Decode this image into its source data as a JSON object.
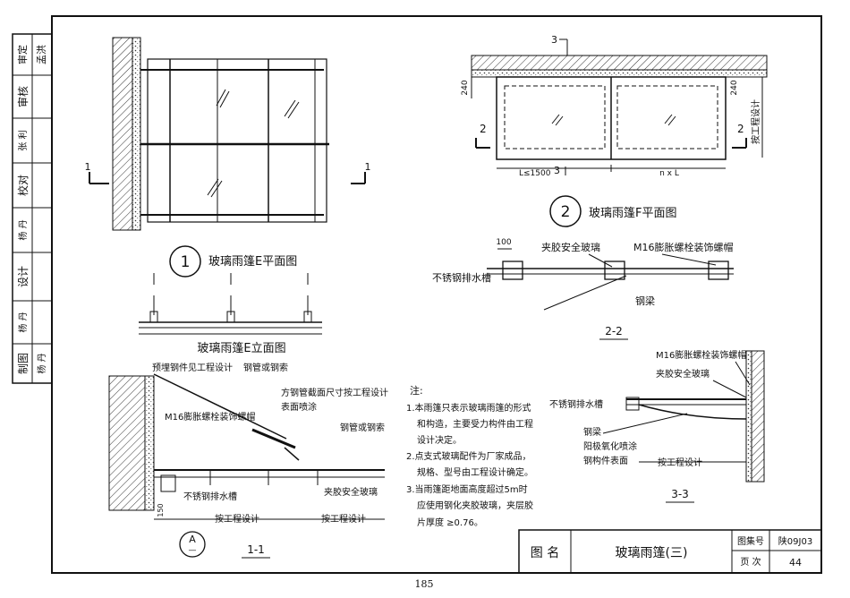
{
  "side_block": {
    "approve_label": "审定",
    "approve_sign": "孟洪",
    "review_label": "审核",
    "review_sign": "张 利",
    "check_label": "校对",
    "check_sign": "杨 丹",
    "design_label": "设计",
    "design_sign": "杨 丹",
    "draw_label": "制图",
    "draw_sign": "杨 丹"
  },
  "drawing1": {
    "plan_number": "1",
    "plan_title": "玻璃雨篷E平面图",
    "elev_title": "玻璃雨篷E立面图",
    "section_mark": "1"
  },
  "drawing2": {
    "plan_number": "2",
    "plan_title": "玻璃雨篷F平面图",
    "dim_240": "240",
    "dim_l": "L≤1500",
    "dim_nl": "n x L",
    "section3": "3",
    "section2": "2",
    "note_design": "按工程设计"
  },
  "section22": {
    "title": "2-2",
    "dim_100": "100",
    "label_glass": "夹胶安全玻璃",
    "label_bolt": "M16膨胀螺栓装饰螺帽",
    "label_drain": "不锈钢排水槽",
    "label_beam": "钢梁"
  },
  "section11": {
    "title": "1-1",
    "label_embed": "预埋钢件见工程设计",
    "label_tube": "钢管或钢索",
    "label_sq": "方钢管截面尺寸按工程设计",
    "label_paint": "表面喷涂",
    "label_bolt": "M16膨胀螺栓装饰螺帽",
    "label_tube2": "钢管或钢索",
    "label_drain": "不锈钢排水槽",
    "label_glass": "夹胶安全玻璃",
    "dim_150": "150",
    "design1": "按工程设计",
    "design2": "按工程设计",
    "bubble_letter": "A",
    "bubble_dash": "—"
  },
  "section33": {
    "title": "3-3",
    "label_bolt": "M16膨胀螺栓装饰螺帽",
    "label_glass": "夹胶安全玻璃",
    "label_drain": "不锈钢排水槽",
    "label_beam": "钢梁",
    "label_anod": "阳极氧化喷涂",
    "label_surface": "钢构件表面",
    "design": "按工程设计"
  },
  "notes": {
    "head": "注:",
    "n1a": "1.本雨篷只表示玻璃雨篷的形式",
    "n1b": "和构造，主要受力构件由工程",
    "n1c": "设计决定。",
    "n2a": "2.点支式玻璃配件为厂家成品，",
    "n2b": "规格、型号由工程设计确定。",
    "n3a": "3.当雨篷距地面高度超过5m时",
    "n3b": "应使用钢化夹胶玻璃，夹层胶",
    "n3c": "片厚度 ≥0.76。"
  },
  "title_block": {
    "label_name": "图  名",
    "drawing_name": "玻璃雨篷(三)",
    "label_set": "图集号",
    "set_no": "陕09J03",
    "label_page": "页  次",
    "page_no": "44"
  },
  "page_number": "185"
}
